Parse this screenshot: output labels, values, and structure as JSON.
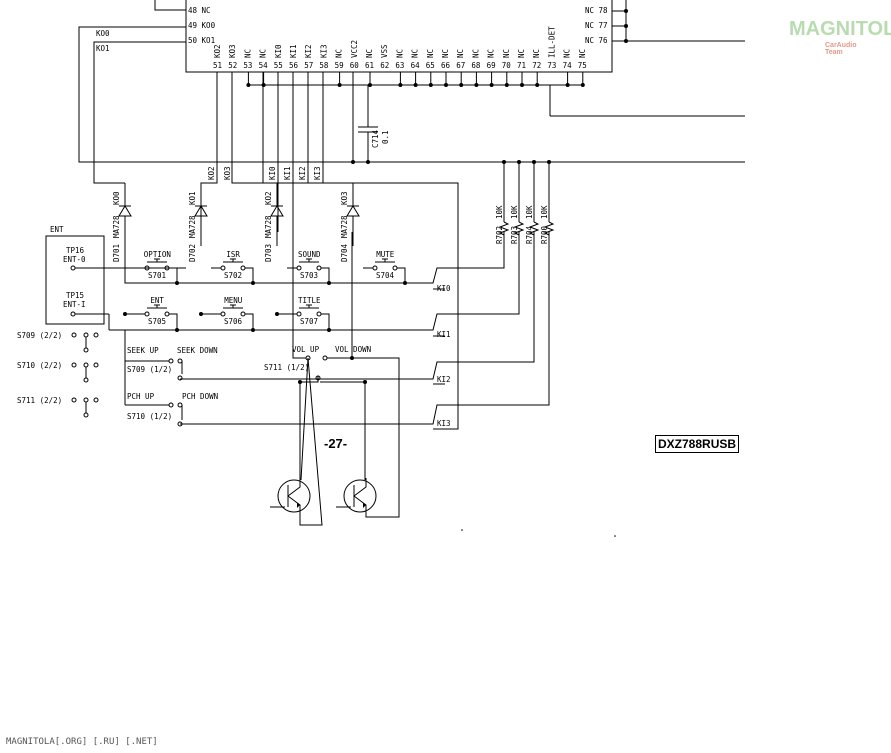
{
  "ic": {
    "left_pins": [
      "48 NC",
      "49 KO0",
      "50 KO1"
    ],
    "bottom_pins": [
      {
        "num": "51",
        "name": "KO2"
      },
      {
        "num": "52",
        "name": "KO3"
      },
      {
        "num": "53",
        "name": "NC"
      },
      {
        "num": "54",
        "name": "NC"
      },
      {
        "num": "55",
        "name": "KI0"
      },
      {
        "num": "56",
        "name": "KI1"
      },
      {
        "num": "57",
        "name": "KI2"
      },
      {
        "num": "58",
        "name": "KI3"
      },
      {
        "num": "59",
        "name": "NC"
      },
      {
        "num": "60",
        "name": "VCC2"
      },
      {
        "num": "61",
        "name": "NC"
      },
      {
        "num": "62",
        "name": "VSS"
      },
      {
        "num": "63",
        "name": "NC"
      },
      {
        "num": "64",
        "name": "NC"
      },
      {
        "num": "65",
        "name": "NC"
      },
      {
        "num": "66",
        "name": "NC"
      },
      {
        "num": "67",
        "name": "NC"
      },
      {
        "num": "68",
        "name": "NC"
      },
      {
        "num": "69",
        "name": "NC"
      },
      {
        "num": "70",
        "name": "NC"
      },
      {
        "num": "71",
        "name": "NC"
      },
      {
        "num": "72",
        "name": "NC"
      },
      {
        "num": "73",
        "name": "ILL-DET"
      },
      {
        "num": "74",
        "name": "NC"
      },
      {
        "num": "75",
        "name": "NC"
      }
    ],
    "right_pins": [
      "NC 78",
      "NC 77",
      "NC 76"
    ]
  },
  "nets": {
    "ko0": "KO0",
    "ko1": "KO1",
    "ko2": "KO2",
    "ko3": "KO3",
    "ki0": "KI0",
    "ki1": "KI1",
    "ki2": "KI2",
    "ki3": "KI3"
  },
  "capacitor": {
    "ref": "C714",
    "value": "0.1"
  },
  "resistors": [
    {
      "ref": "R702",
      "value": "10K"
    },
    {
      "ref": "R703",
      "value": "10K"
    },
    {
      "ref": "R704",
      "value": "10K"
    },
    {
      "ref": "R700",
      "value": "10K"
    }
  ],
  "diodes": [
    {
      "ref": "D701",
      "part": "MA728",
      "net": "KO0"
    },
    {
      "ref": "D702",
      "part": "MA728",
      "net": "KO1"
    },
    {
      "ref": "D703",
      "part": "MA728",
      "net": "KO2"
    },
    {
      "ref": "D704",
      "part": "MA728",
      "net": "KO3"
    }
  ],
  "switches_row1": [
    {
      "name": "OPTION",
      "ref": "S701"
    },
    {
      "name": "ISR",
      "ref": "S702"
    },
    {
      "name": "SOUND",
      "ref": "S703"
    },
    {
      "name": "MUTE",
      "ref": "S704"
    }
  ],
  "switches_row2": [
    {
      "name": "ENT",
      "ref": "S705"
    },
    {
      "name": "MENU",
      "ref": "S706"
    },
    {
      "name": "TITLE",
      "ref": "S707"
    }
  ],
  "ent_box": {
    "title": "ENT",
    "tp16": "TP16",
    "tp16_sig": "ENT-0",
    "tp15": "TP15",
    "tp15_sig": "ENT-I"
  },
  "side_switches": [
    "S709 (2/2)",
    "S710 (2/2)",
    "S711 (2/2)"
  ],
  "rotary": {
    "seek_up": "SEEK UP",
    "seek_down": "SEEK DOWN",
    "s709": "S709 (1/2)",
    "pch_up": "PCH UP",
    "pch_down": "PCH DOWN",
    "s710": "S710 (1/2)",
    "vol_up": "VOL UP",
    "vol_down": "VOL DOWN",
    "s711": "S711 (1/2)"
  },
  "model": "DXZ788RUSB",
  "page_number": "-27-",
  "footer": "MAGNITOLA[.ORG] [.RU] [.NET]",
  "logo": {
    "text": "MAGNITOLA",
    "sub": "CarAudio Team"
  }
}
